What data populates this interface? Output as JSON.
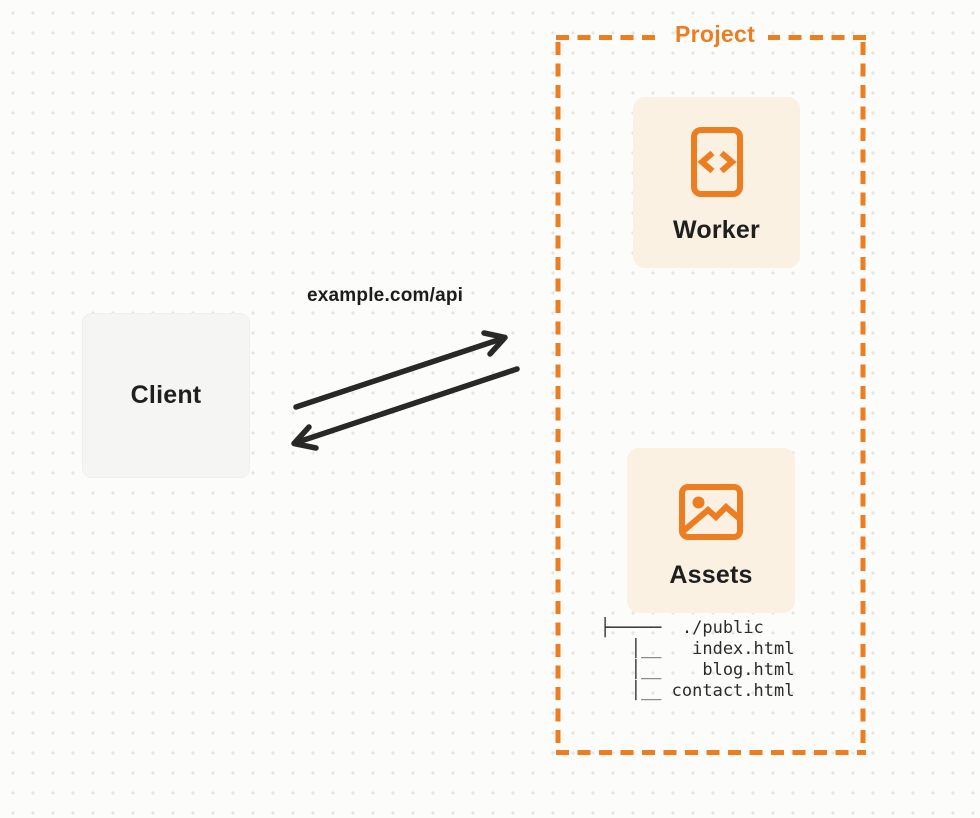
{
  "colors": {
    "accent_orange": "#ED7D21",
    "card_background": "#FBF1E3",
    "client_background": "#F5F5F4",
    "arrow_color": "#282828",
    "text_dark": "#1F1F1F",
    "dot_grid": "#E6E5E2",
    "page_background": "#FCFCFB"
  },
  "client": {
    "label": "Client"
  },
  "request": {
    "url_label": "example.com/api"
  },
  "project": {
    "label": "Project",
    "worker": {
      "label": "Worker",
      "icon": "code-icon"
    },
    "assets": {
      "label": "Assets",
      "icon": "image-icon",
      "file_tree": [
        "├─────  ./public",
        "   │__   index.html",
        "   │__    blog.html",
        "   │__ contact.html"
      ]
    }
  }
}
